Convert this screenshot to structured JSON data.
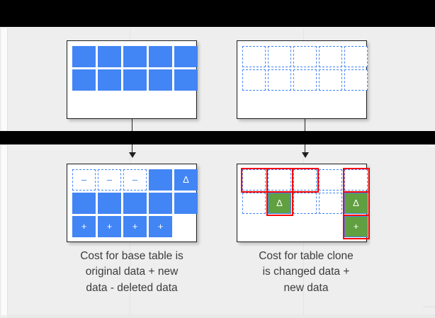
{
  "diagram": {
    "title": "BigQuery table clone storage cost diagram",
    "colors": {
      "blue": "#4285f4",
      "green": "#60a040",
      "red_outline": "#ff0000",
      "background": "#eeeeee",
      "box_border": "#1a1a1a",
      "bar": "#000000",
      "caption_text": "#3c3c3c"
    },
    "glyphs": {
      "minus": "–",
      "plus": "+",
      "delta": "Δ"
    },
    "tables": [
      {
        "id": "base-table-original",
        "name": "top-left-table",
        "rows": [
          [
            {
              "state": "solid",
              "glyph": ""
            },
            {
              "state": "solid",
              "glyph": ""
            },
            {
              "state": "solid",
              "glyph": ""
            },
            {
              "state": "solid",
              "glyph": ""
            },
            {
              "state": "solid",
              "glyph": ""
            }
          ],
          [
            {
              "state": "solid",
              "glyph": ""
            },
            {
              "state": "solid",
              "glyph": ""
            },
            {
              "state": "solid",
              "glyph": ""
            },
            {
              "state": "solid",
              "glyph": ""
            },
            {
              "state": "solid",
              "glyph": ""
            }
          ]
        ]
      },
      {
        "id": "clone-table-original",
        "name": "top-right-table",
        "rows": [
          [
            {
              "state": "dashed",
              "glyph": ""
            },
            {
              "state": "dashed",
              "glyph": ""
            },
            {
              "state": "dashed",
              "glyph": ""
            },
            {
              "state": "dashed",
              "glyph": ""
            },
            {
              "state": "dashed",
              "glyph": ""
            }
          ],
          [
            {
              "state": "dashed",
              "glyph": ""
            },
            {
              "state": "dashed",
              "glyph": ""
            },
            {
              "state": "dashed",
              "glyph": ""
            },
            {
              "state": "dashed",
              "glyph": ""
            },
            {
              "state": "dashed",
              "glyph": ""
            }
          ]
        ]
      },
      {
        "id": "base-table-after",
        "name": "bottom-left-table",
        "rows": [
          [
            {
              "state": "dashed",
              "glyph": "–"
            },
            {
              "state": "dashed",
              "glyph": "–"
            },
            {
              "state": "dashed",
              "glyph": "–"
            },
            {
              "state": "solid",
              "glyph": ""
            },
            {
              "state": "solid",
              "glyph": "Δ"
            }
          ],
          [
            {
              "state": "solid",
              "glyph": ""
            },
            {
              "state": "solid",
              "glyph": ""
            },
            {
              "state": "solid",
              "glyph": ""
            },
            {
              "state": "solid",
              "glyph": ""
            },
            {
              "state": "solid",
              "glyph": ""
            }
          ],
          [
            {
              "state": "solid",
              "glyph": "+"
            },
            {
              "state": "solid",
              "glyph": "+"
            },
            {
              "state": "solid",
              "glyph": "+"
            },
            {
              "state": "solid",
              "glyph": "+"
            },
            {
              "state": "empty",
              "glyph": ""
            }
          ]
        ]
      },
      {
        "id": "clone-table-after",
        "name": "bottom-right-table",
        "rows": [
          [
            {
              "state": "dashed",
              "glyph": "",
              "flagged": true
            },
            {
              "state": "dashed",
              "glyph": "",
              "flagged": true
            },
            {
              "state": "dashed",
              "glyph": "",
              "flagged": true
            },
            {
              "state": "dashed",
              "glyph": "",
              "flagged": false
            },
            {
              "state": "dashed",
              "glyph": "",
              "flagged": true
            }
          ],
          [
            {
              "state": "dashed",
              "glyph": "",
              "flagged": false
            },
            {
              "state": "green",
              "glyph": "Δ",
              "flagged": true
            },
            {
              "state": "dashed",
              "glyph": "",
              "flagged": false
            },
            {
              "state": "dashed",
              "glyph": "",
              "flagged": false
            },
            {
              "state": "green",
              "glyph": "Δ",
              "flagged": true
            }
          ],
          [
            {
              "state": "empty",
              "glyph": "",
              "flagged": false
            },
            {
              "state": "empty",
              "glyph": "",
              "flagged": false
            },
            {
              "state": "empty",
              "glyph": "",
              "flagged": false
            },
            {
              "state": "empty",
              "glyph": "",
              "flagged": false
            },
            {
              "state": "green",
              "glyph": "+",
              "flagged": true
            }
          ]
        ]
      }
    ],
    "captions": {
      "left": "Cost for base table is original data + new data - deleted data",
      "right": "Cost for table clone is changed data + new data"
    },
    "caption_lines": {
      "left": [
        "Cost for base table is",
        "original data + new",
        "data - deleted data"
      ],
      "right": [
        "Cost for table clone",
        "is changed data +",
        "new data"
      ]
    }
  }
}
